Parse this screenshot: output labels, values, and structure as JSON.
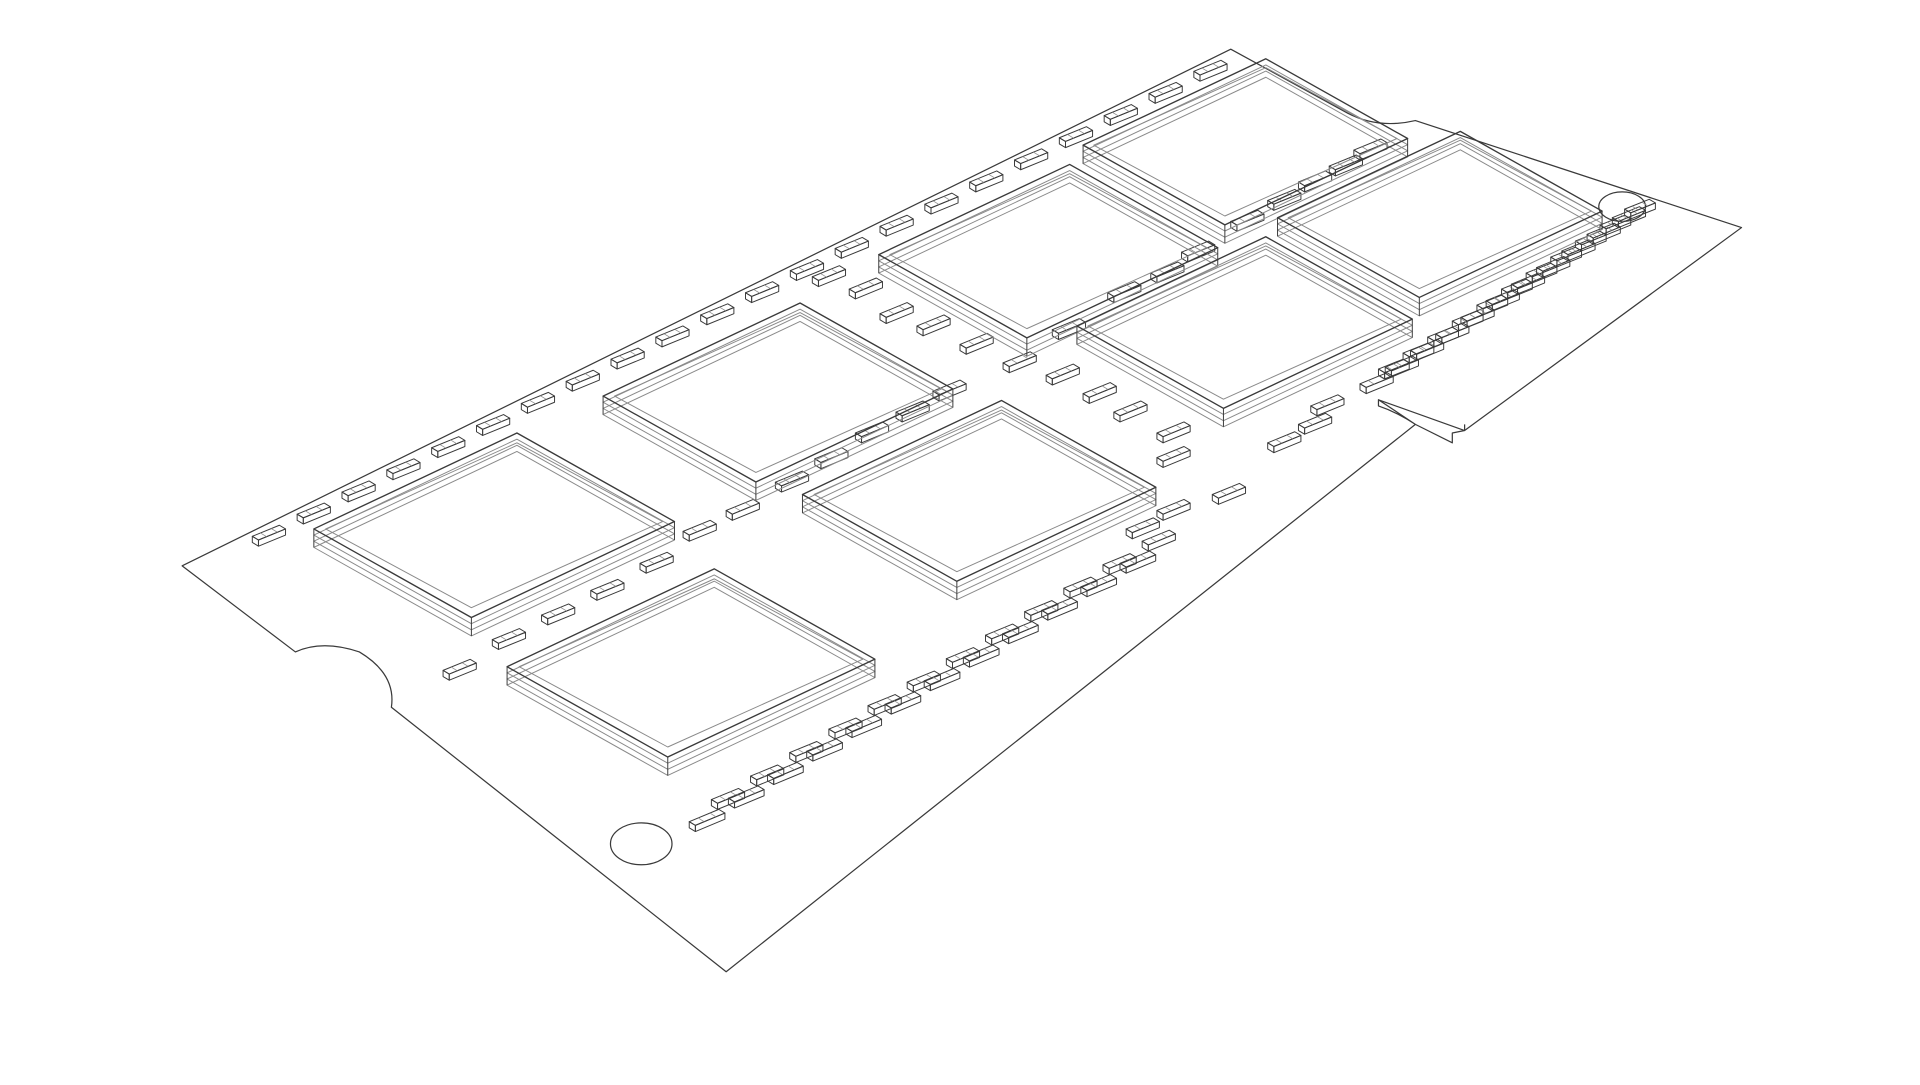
{
  "drawing": {
    "style": "wireframe line drawing",
    "colors": {
      "background": "#ffffff",
      "line": "#3a3a3a",
      "light_line": "#8a8a8a"
    },
    "icons": {
      "board": "memory-module-board",
      "chip": "memory-chip",
      "component": "smd-component"
    }
  }
}
